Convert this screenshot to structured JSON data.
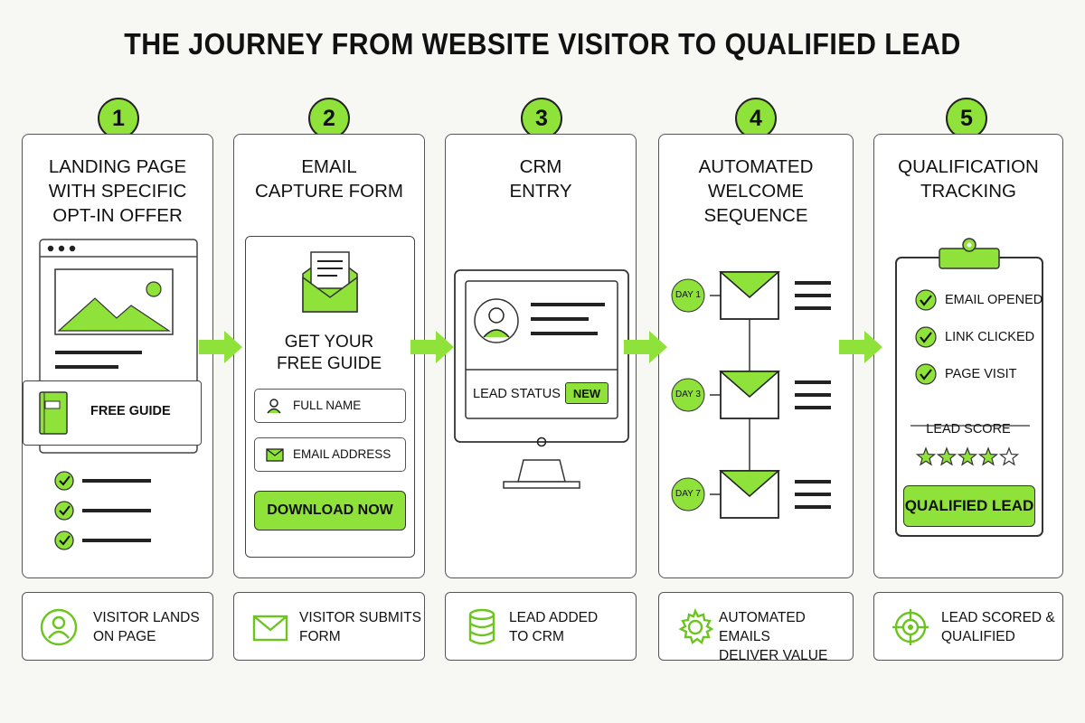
{
  "title": "THE JOURNEY FROM WEBSITE VISITOR TO QUALIFIED LEAD",
  "colors": {
    "accent": "#8fe23a",
    "stroke": "#222222",
    "panel": "#ffffff"
  },
  "steps": [
    {
      "number": "1",
      "title": "LANDING PAGE\nWITH SPECIFIC\nOPT-IN OFFER",
      "offer_label": "FREE GUIDE",
      "icon": "browser-window-icon",
      "bottom_text": "VISITOR LANDS\nON PAGE",
      "bottom_icon": "user-icon"
    },
    {
      "number": "2",
      "title": "EMAIL\nCAPTURE FORM",
      "form_heading": "GET YOUR\nFREE GUIDE",
      "name_placeholder": "FULL NAME",
      "email_placeholder": "EMAIL ADDRESS",
      "button_label": "DOWNLOAD NOW",
      "icon": "envelope-icon",
      "bottom_text": "VISITOR SUBMITS\nFORM",
      "bottom_icon": "mail-icon"
    },
    {
      "number": "3",
      "title": "CRM\nENTRY",
      "status_label": "LEAD STATUS",
      "status_value": "NEW",
      "icon": "monitor-icon",
      "bottom_text": "LEAD ADDED\nTO CRM",
      "bottom_icon": "database-icon"
    },
    {
      "number": "4",
      "title": "AUTOMATED\nWELCOME\nSEQUENCE",
      "days": [
        "DAY 1",
        "DAY 3",
        "DAY 7"
      ],
      "icon": "email-sequence-icon",
      "bottom_text": "AUTOMATED EMAILS\nDELIVER VALUE",
      "bottom_icon": "gear-icon"
    },
    {
      "number": "5",
      "title": "QUALIFICATION\nTRACKING",
      "checks": [
        "EMAIL OPENED",
        "LINK CLICKED",
        "PAGE VISIT"
      ],
      "score_label": "LEAD SCORE",
      "stars_filled": 4,
      "stars_total": 5,
      "result_label": "QUALIFIED LEAD",
      "icon": "clipboard-icon",
      "bottom_text": "LEAD SCORED &\nQUALIFIED",
      "bottom_icon": "target-icon"
    }
  ]
}
